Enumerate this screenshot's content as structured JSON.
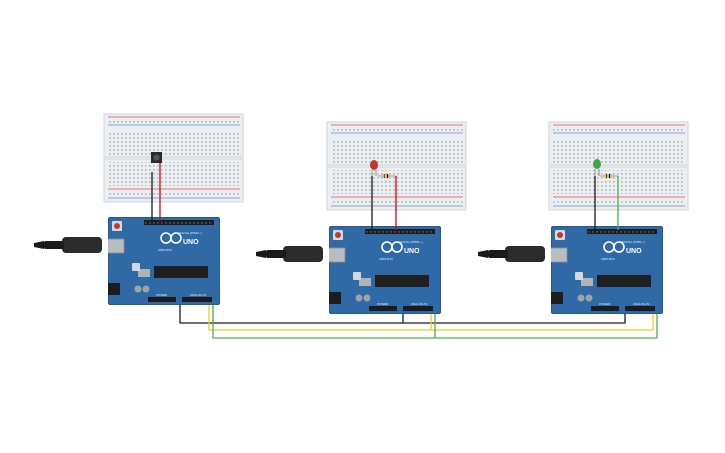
{
  "board_text": {
    "brand": "UNO",
    "sub": "ARDUINO",
    "digital": "DIGITAL (PWM ~)",
    "analog": "ANALOG IN",
    "power": "POWER"
  },
  "colors": {
    "board": "#2f6aa6",
    "board_edge": "#204b7a",
    "breadboard": "#eceff1",
    "rail_red": "#d9534f",
    "rail_blue": "#5b8dd6",
    "wire_red": "#d0021b",
    "wire_black": "#1a1a1a",
    "wire_yellow": "#e8d21d",
    "wire_green": "#4caf50",
    "led_red": "#c0392b",
    "led_green": "#3fa34d",
    "usb": "#b9bcc0"
  },
  "components": [
    {
      "id": "arduino-1",
      "kind": "arduino-uno"
    },
    {
      "id": "arduino-2",
      "kind": "arduino-uno"
    },
    {
      "id": "arduino-3",
      "kind": "arduino-uno"
    },
    {
      "id": "breadboard-1",
      "kind": "breadboard",
      "part": "pushbutton"
    },
    {
      "id": "breadboard-2",
      "kind": "breadboard",
      "part": "red-led"
    },
    {
      "id": "breadboard-3",
      "kind": "breadboard",
      "part": "green-led"
    }
  ]
}
